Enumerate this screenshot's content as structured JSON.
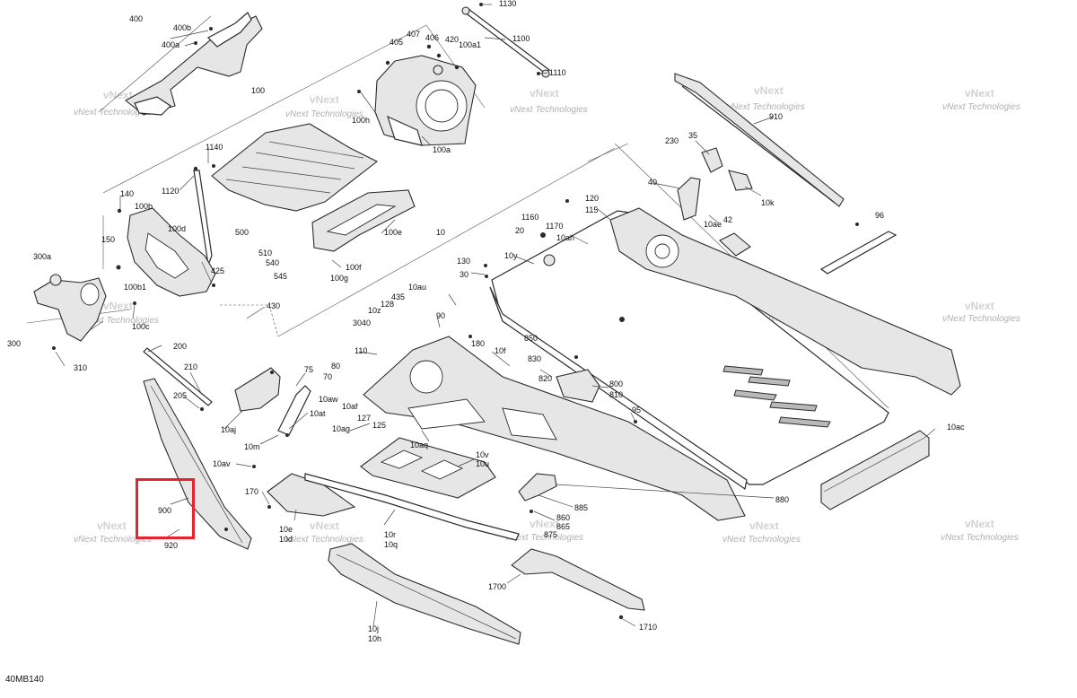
{
  "diagram": {
    "code": "40MB140",
    "highlighted_callout": "900",
    "highlight_color": "#e8222e",
    "watermark_text": "vNext Technologies",
    "watermark_short": "vNext",
    "callouts": [
      {
        "id": "c400",
        "text": "400"
      },
      {
        "id": "c400b",
        "text": "400b"
      },
      {
        "id": "c400a",
        "text": "400a"
      },
      {
        "id": "c100",
        "text": "100"
      },
      {
        "id": "c407",
        "text": "407"
      },
      {
        "id": "c406",
        "text": "406"
      },
      {
        "id": "c420",
        "text": "420"
      },
      {
        "id": "c100a1",
        "text": "100a1"
      },
      {
        "id": "c405",
        "text": "405"
      },
      {
        "id": "c1130",
        "text": "1130"
      },
      {
        "id": "c1100",
        "text": "1100"
      },
      {
        "id": "c1110",
        "text": "1110"
      },
      {
        "id": "c100h",
        "text": "100h"
      },
      {
        "id": "c100a",
        "text": "100a"
      },
      {
        "id": "c910",
        "text": "910"
      },
      {
        "id": "c1140",
        "text": "1140"
      },
      {
        "id": "c1120",
        "text": "1120"
      },
      {
        "id": "c140",
        "text": "140"
      },
      {
        "id": "c100b",
        "text": "100b"
      },
      {
        "id": "c150",
        "text": "150"
      },
      {
        "id": "c100d",
        "text": "100d"
      },
      {
        "id": "c500",
        "text": "500"
      },
      {
        "id": "c510",
        "text": "510"
      },
      {
        "id": "c540",
        "text": "540"
      },
      {
        "id": "c545",
        "text": "545"
      },
      {
        "id": "c100e",
        "text": "100e"
      },
      {
        "id": "c100f",
        "text": "100f"
      },
      {
        "id": "c100g",
        "text": "100g"
      },
      {
        "id": "c10",
        "text": "10"
      },
      {
        "id": "c230",
        "text": "230"
      },
      {
        "id": "c35",
        "text": "35"
      },
      {
        "id": "c40",
        "text": "40"
      },
      {
        "id": "c10k",
        "text": "10k"
      },
      {
        "id": "c42",
        "text": "42"
      },
      {
        "id": "c10ae",
        "text": "10ae"
      },
      {
        "id": "c96",
        "text": "96"
      },
      {
        "id": "c120",
        "text": "120"
      },
      {
        "id": "c115",
        "text": "115"
      },
      {
        "id": "c1160",
        "text": "1160"
      },
      {
        "id": "c1170",
        "text": "1170"
      },
      {
        "id": "c20",
        "text": "20"
      },
      {
        "id": "c10ah",
        "text": "10ah"
      },
      {
        "id": "c10y",
        "text": "10y"
      },
      {
        "id": "c130",
        "text": "130"
      },
      {
        "id": "c30",
        "text": "30"
      },
      {
        "id": "c300a",
        "text": "300a"
      },
      {
        "id": "c425",
        "text": "425"
      },
      {
        "id": "c100b1",
        "text": "100b1"
      },
      {
        "id": "c430",
        "text": "430"
      },
      {
        "id": "c100c",
        "text": "100c"
      },
      {
        "id": "c300",
        "text": "300"
      },
      {
        "id": "c310",
        "text": "310"
      },
      {
        "id": "c10au",
        "text": "10au"
      },
      {
        "id": "c435",
        "text": "435"
      },
      {
        "id": "c128",
        "text": "128"
      },
      {
        "id": "c10z",
        "text": "10z"
      },
      {
        "id": "c3040",
        "text": "3040"
      },
      {
        "id": "c90",
        "text": "90"
      },
      {
        "id": "c180",
        "text": "180"
      },
      {
        "id": "c850",
        "text": "850"
      },
      {
        "id": "c10f",
        "text": "10f"
      },
      {
        "id": "c830",
        "text": "830"
      },
      {
        "id": "c820",
        "text": "820"
      },
      {
        "id": "c800",
        "text": "800"
      },
      {
        "id": "c810",
        "text": "810"
      },
      {
        "id": "c110",
        "text": "110"
      },
      {
        "id": "c200",
        "text": "200"
      },
      {
        "id": "c210",
        "text": "210"
      },
      {
        "id": "c205",
        "text": "205"
      },
      {
        "id": "c75",
        "text": "75"
      },
      {
        "id": "c80",
        "text": "80"
      },
      {
        "id": "c70",
        "text": "70"
      },
      {
        "id": "c10aw",
        "text": "10aw"
      },
      {
        "id": "c10af",
        "text": "10af"
      },
      {
        "id": "c10at",
        "text": "10at"
      },
      {
        "id": "c127",
        "text": "127"
      },
      {
        "id": "c125",
        "text": "125"
      },
      {
        "id": "c10ag",
        "text": "10ag"
      },
      {
        "id": "c95",
        "text": "95"
      },
      {
        "id": "c10aj",
        "text": "10aj"
      },
      {
        "id": "c10m",
        "text": "10m"
      },
      {
        "id": "c10aq",
        "text": "10aq"
      },
      {
        "id": "c10ac",
        "text": "10ac"
      },
      {
        "id": "c10av",
        "text": "10av"
      },
      {
        "id": "c10v",
        "text": "10v"
      },
      {
        "id": "c10u",
        "text": "10u"
      },
      {
        "id": "c880",
        "text": "880"
      },
      {
        "id": "c885",
        "text": "885"
      },
      {
        "id": "c170",
        "text": "170"
      },
      {
        "id": "c860",
        "text": "860"
      },
      {
        "id": "c865",
        "text": "865"
      },
      {
        "id": "c875",
        "text": "875"
      },
      {
        "id": "c10e",
        "text": "10e"
      },
      {
        "id": "c10d",
        "text": "10d"
      },
      {
        "id": "c10r",
        "text": "10r"
      },
      {
        "id": "c10q",
        "text": "10q"
      },
      {
        "id": "c920",
        "text": "920"
      },
      {
        "id": "c1700",
        "text": "1700"
      },
      {
        "id": "c1710",
        "text": "1710"
      },
      {
        "id": "c10j",
        "text": "10j"
      },
      {
        "id": "c10h",
        "text": "10h"
      },
      {
        "id": "c900",
        "text": "900"
      }
    ]
  }
}
